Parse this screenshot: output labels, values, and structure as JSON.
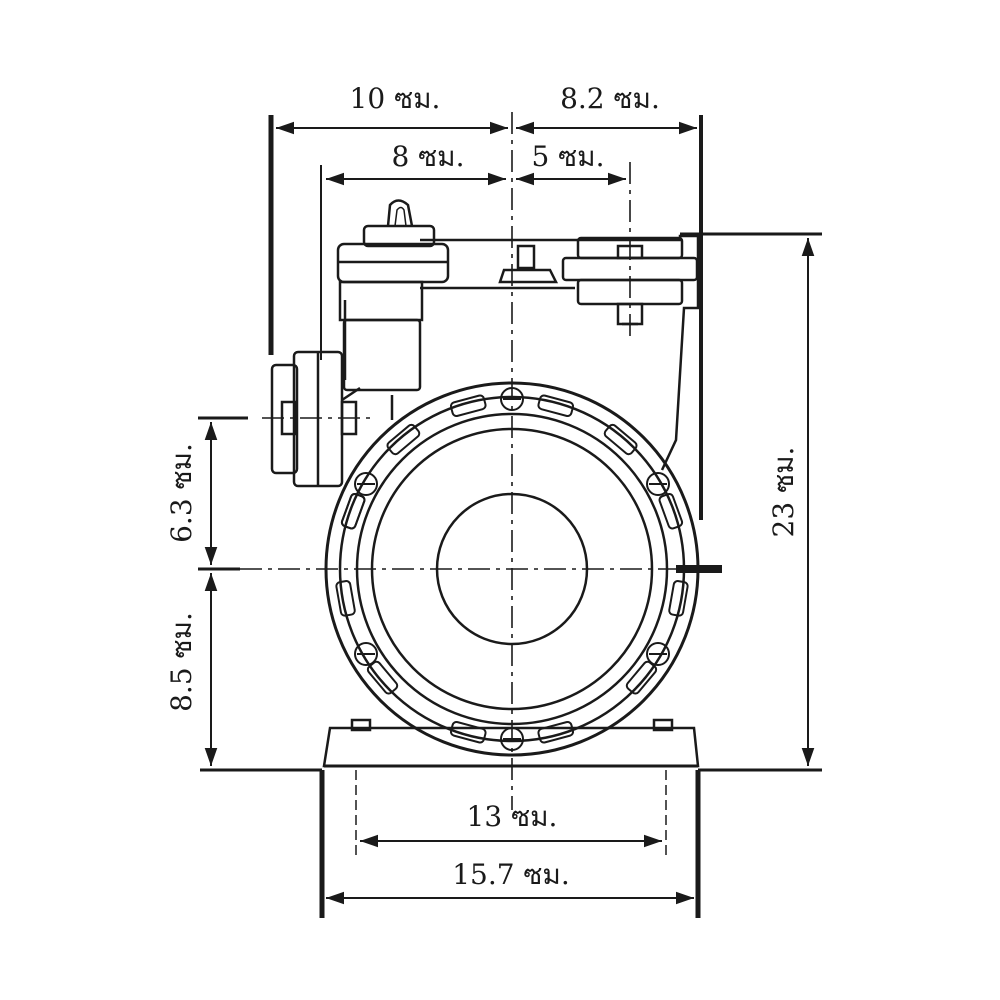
{
  "dimensions": {
    "top_left_width": "10 ซม.",
    "top_right_width": "8.2 ซม.",
    "inner_left_width": "8 ซม.",
    "inner_right_width": "5 ซม.",
    "left_upper_height": "6.3 ซม.",
    "left_lower_height": "8.5 ซม.",
    "total_height": "23 ซม.",
    "base_inner_width": "13 ซม.",
    "base_outer_width": "15.7 ซม."
  },
  "colors": {
    "ink": "#1a1a1a",
    "background": "#ffffff"
  }
}
